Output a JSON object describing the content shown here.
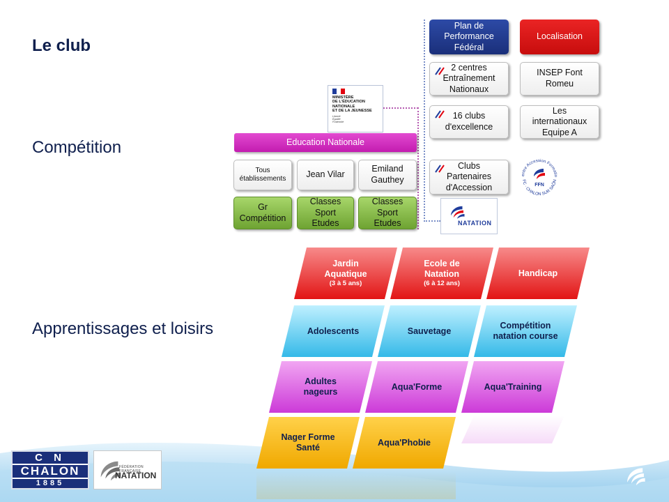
{
  "heading": {
    "title": "Le club",
    "competition": "Compétition",
    "loisirs": "Apprentissages et loisirs"
  },
  "ministry": {
    "line1": "MINISTÈRE",
    "line2": "DE L'ÉDUCATION",
    "line3": "NATIONALE",
    "line4": "ET DE LA JEUNESSE",
    "motto1": "Liberté",
    "motto2": "Égalité",
    "motto3": "Fraternité"
  },
  "education": {
    "bar": "Education Nationale",
    "schools": [
      "Tous établissements",
      "Jean Vilar",
      "Emiland Gauthey"
    ],
    "classes": [
      "Gr Compétition",
      "Classes Sport Etudes",
      "Classes Sport Etudes"
    ]
  },
  "federal": {
    "header": "Plan de Performance Fédéral",
    "items": [
      "2 centres Entraînement Nationaux",
      "16 clubs d'excellence",
      "Clubs Partenaires d'Accession"
    ]
  },
  "localisation": {
    "header": "Localisation",
    "items": [
      "INSEP Font Romeu",
      "Les internationaux Equipe A"
    ]
  },
  "ffn_badge": {
    "ring_top": "Centre Accession Formation",
    "ring_bottom": "BFC · CHALON SUR SAÔNE",
    "center": "FFN"
  },
  "natation_logo_small": {
    "text": "NATATION"
  },
  "activities": {
    "row1": [
      {
        "label": "Jardin Aquatique",
        "sub": "(3 à 5 ans)"
      },
      {
        "label": "Ecole de Natation",
        "sub": "(6 à 12 ans)"
      },
      {
        "label": "Handicap",
        "sub": ""
      }
    ],
    "row2": [
      "Adolescents",
      "Sauvetage",
      "Compétition natation course"
    ],
    "row3": [
      "Adultes nageurs",
      "Aqua'Forme",
      "Aqua'Training"
    ],
    "row4": [
      "Nager Forme Santé",
      "Aqua'Phobie"
    ]
  },
  "footer": {
    "cn_line1": "C N",
    "cn_line2": "CHALON",
    "cn_line3": "1885",
    "ffn_small": "FÉDÉRATION FRANÇAISE",
    "ffn_big": "NATATION"
  },
  "colors": {
    "navy": "#0f1f4d",
    "red": "#e21515",
    "pink": "#c31cb0",
    "green": "#6ea332",
    "blue": "#34b9e8",
    "magenta": "#cc3ad8",
    "orange": "#f0a800"
  }
}
